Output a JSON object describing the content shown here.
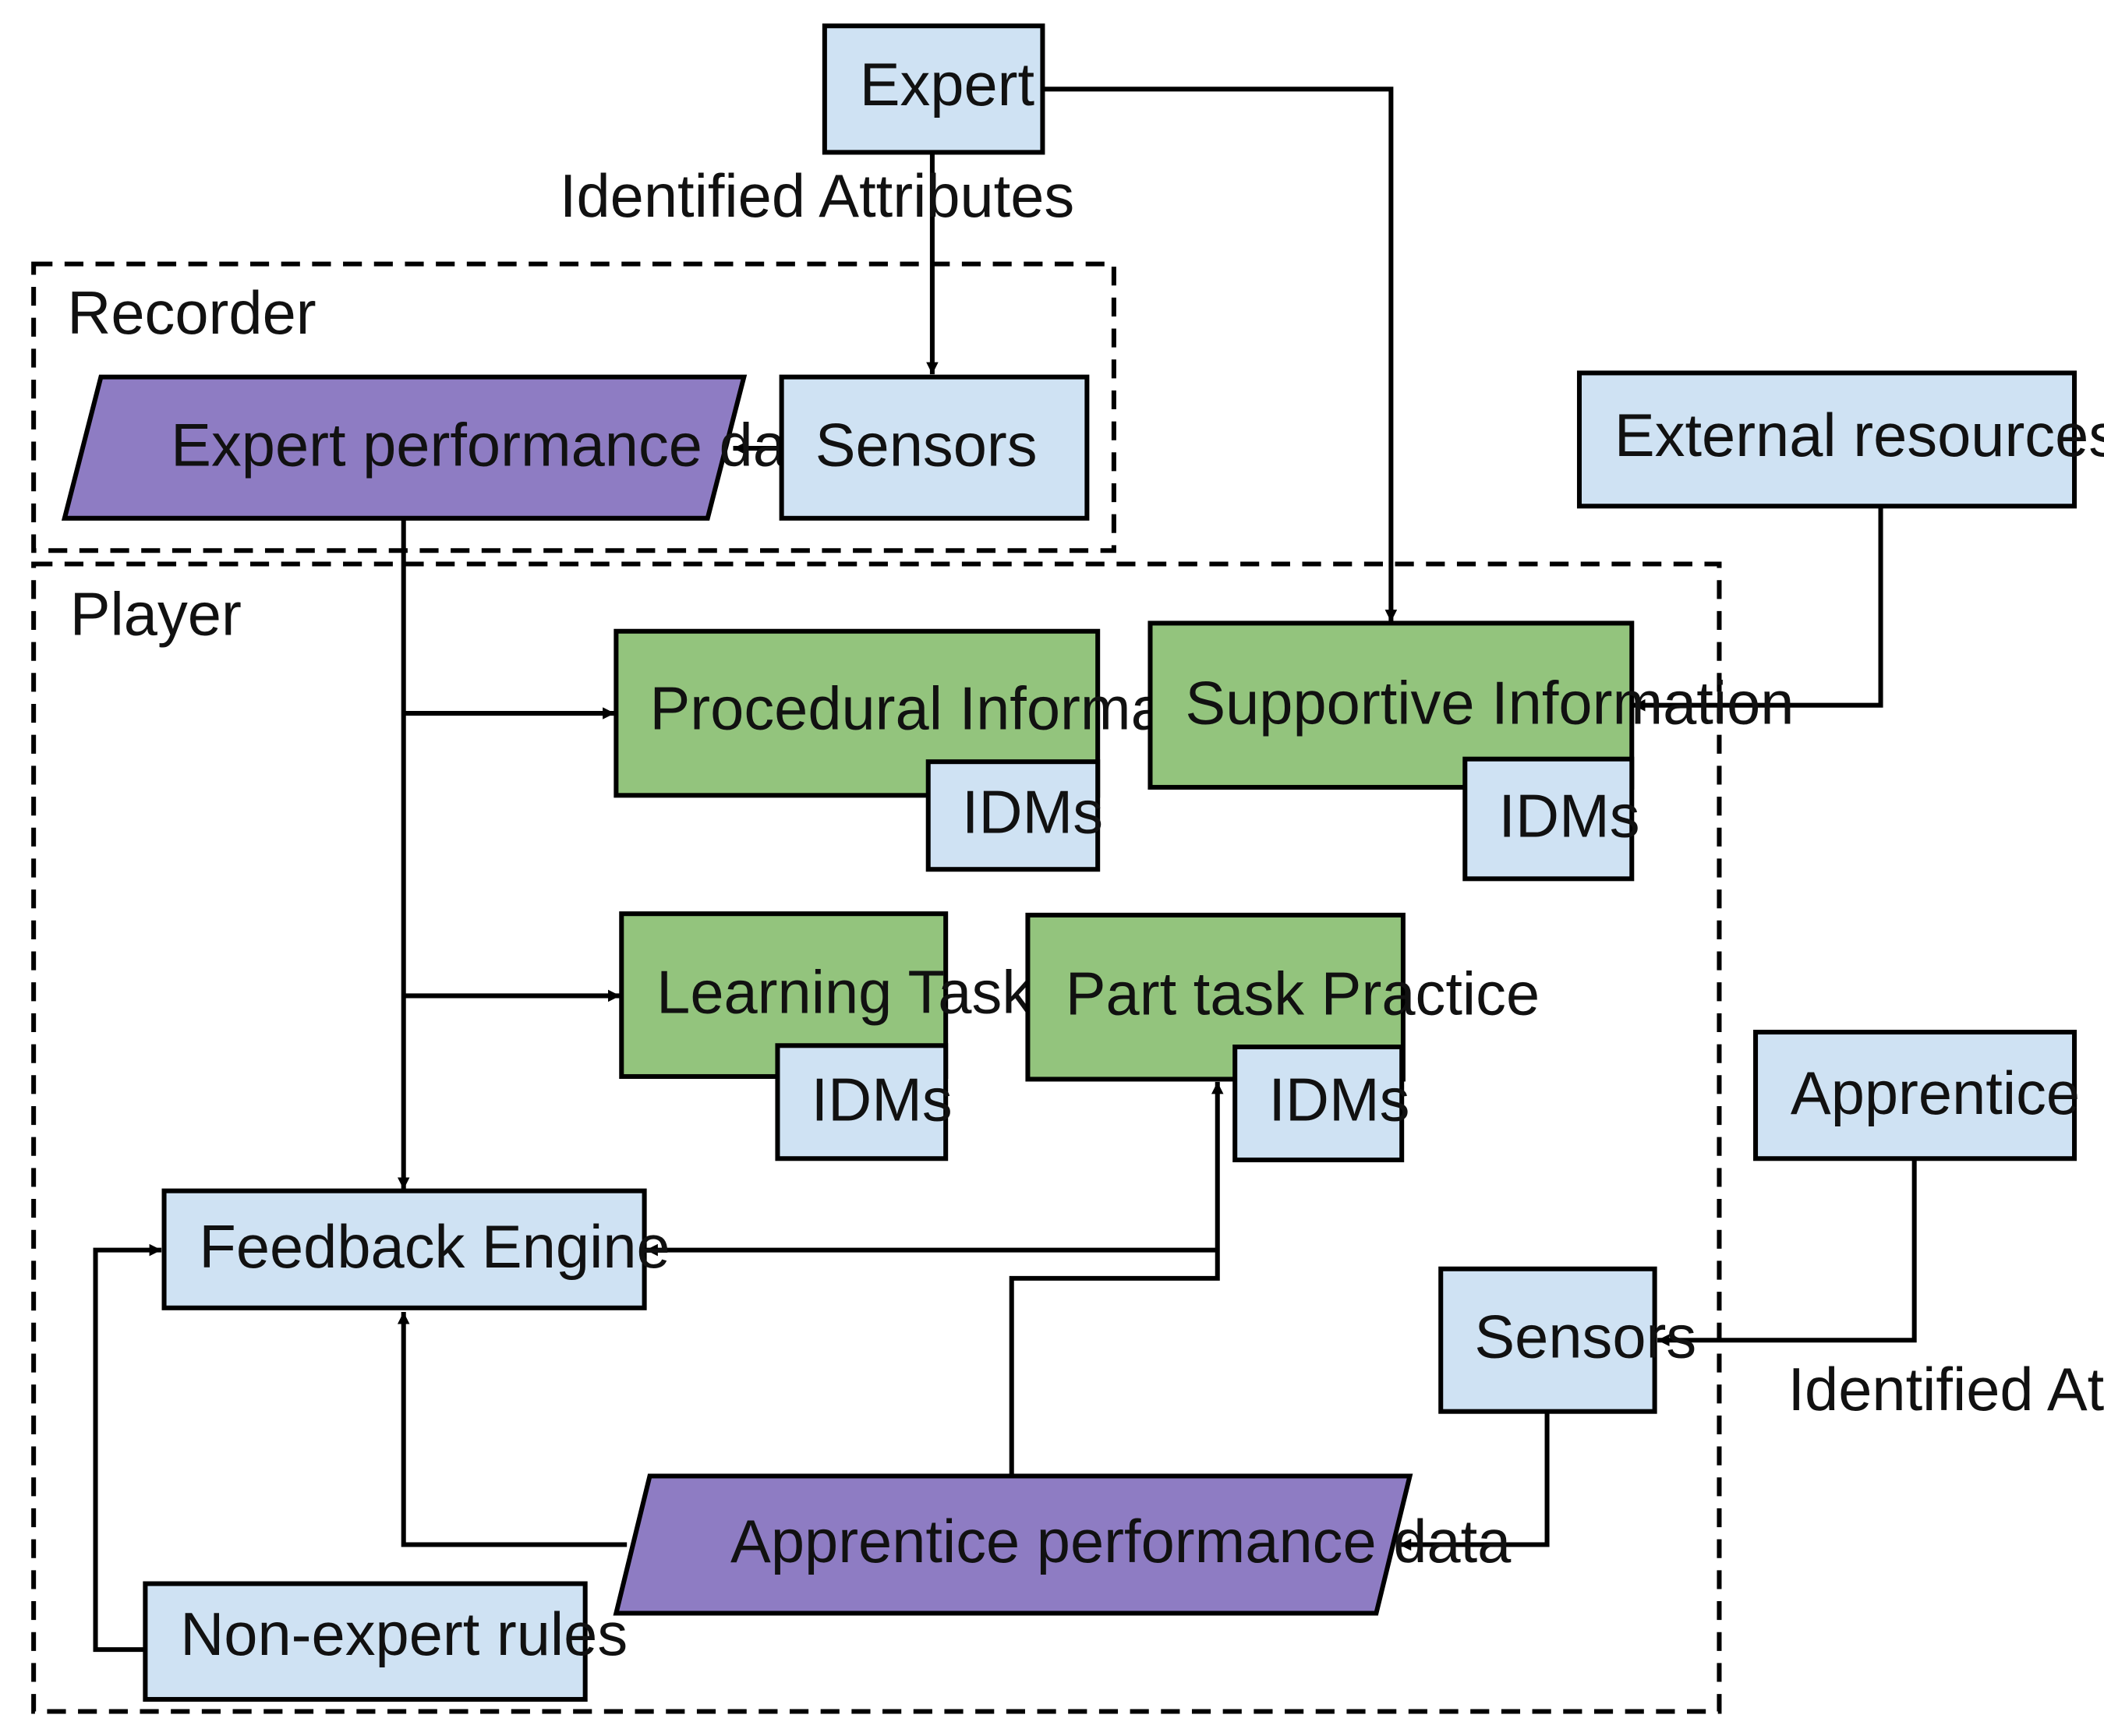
{
  "nodes": {
    "expert": "Expert",
    "identified_attributes_top": "Identified Attributes",
    "recorder": "Recorder",
    "expert_performance_data": "Expert performance data",
    "sensors_recorder": "Sensors",
    "external_resources": "External resources",
    "player": "Player",
    "procedural_information": "Procedural Information",
    "idms_procedural": "IDMs",
    "supportive_information": "Supportive Information",
    "idms_supportive": "IDMs",
    "learning_task": "Learning Task",
    "idms_learning": "IDMs",
    "part_task_practice": "Part task Practice",
    "idms_part_task": "IDMs",
    "apprentice": "Apprentice",
    "feedback_engine": "Feedback Engine",
    "sensors_player": "Sensors",
    "identified_attributes_bottom": "Identified Attributes",
    "apprentice_performance_data": "Apprentice performance data",
    "non_expert_rules": "Non-expert rules"
  },
  "colors": {
    "blue_box": "#cfe2f3",
    "green_box": "#93c47d",
    "purple_data": "#8e7cc3",
    "line": "#000000"
  }
}
